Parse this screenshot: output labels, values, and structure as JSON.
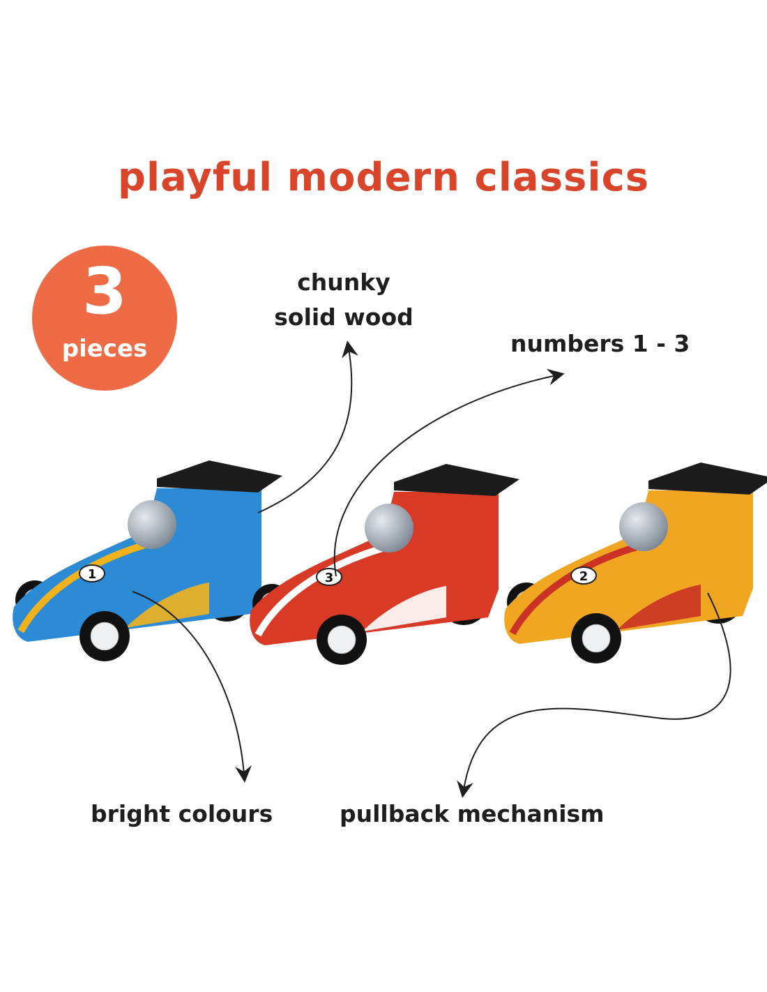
{
  "title": "playful modern classics",
  "badge": {
    "number": "3",
    "unit": "pieces",
    "color": "#ee6b45"
  },
  "features": {
    "wood_line1": "chunky",
    "wood_line2": "solid wood",
    "numbers": "numbers 1 - 3",
    "colours": "bright colours",
    "pullback": "pullback mechanism"
  },
  "cars": [
    {
      "color": "blue",
      "number": "1",
      "body": "#2d8bd6",
      "stripe": "#f2b21c"
    },
    {
      "color": "red",
      "number": "3",
      "body": "#d83a26",
      "stripe": "#ffffff"
    },
    {
      "color": "yellow",
      "number": "2",
      "body": "#f1a622",
      "stripe": "#c93225"
    }
  ],
  "accent_color": "#d9452b"
}
